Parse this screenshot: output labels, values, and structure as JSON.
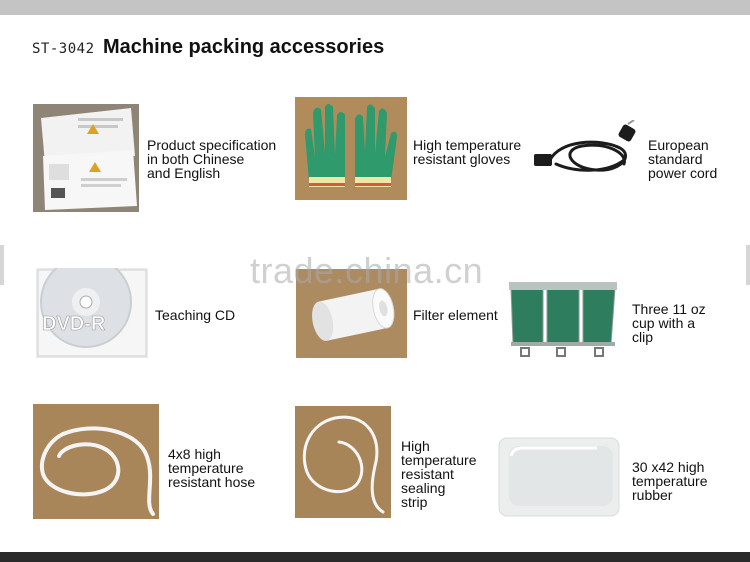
{
  "header": {
    "model": "ST-3042",
    "title": "Machine packing accessories"
  },
  "watermark": "trade.china.cn",
  "items": [
    {
      "label": "Product specification\nin both Chinese\nand English",
      "icon": "manual-sheets"
    },
    {
      "label": "High temperature\nresistant gloves",
      "icon": "gloves"
    },
    {
      "label": "European\nstandard\npower cord",
      "icon": "power-cord"
    },
    {
      "label": "Teaching CD",
      "icon": "dvd-disc"
    },
    {
      "label": "Filter element",
      "icon": "filter-cylinder"
    },
    {
      "label": "Three 11 oz\ncup with a\nclip",
      "icon": "cup-clips"
    },
    {
      "label": "4x8 high\ntemperature\nresistant hose",
      "icon": "hose"
    },
    {
      "label": "High\ntemperature\nresistant\nsealing\nstrip",
      "icon": "sealing-strip"
    },
    {
      "label": "30 x42 high\ntemperature\nrubber",
      "icon": "rubber-pad"
    }
  ],
  "colors": {
    "kraft": "#a9865a",
    "glove_green": "#2f9a6c",
    "cup_green": "#2f7d5f",
    "cable": "#1c1c1c"
  }
}
